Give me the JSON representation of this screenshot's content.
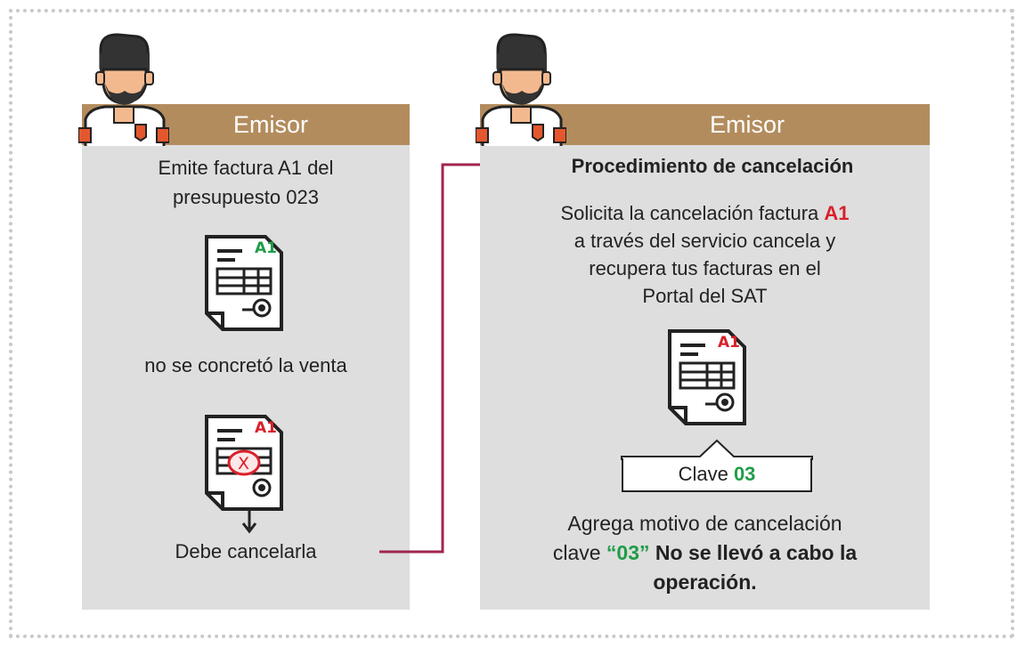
{
  "left_panel": {
    "header": "Emisor",
    "line1": "Emite factura A1 del",
    "line2": "presupuesto 023",
    "doc_code": "A1",
    "status_text": "no se concretó la venta",
    "cancel_mark": "X",
    "doc2_code": "A1",
    "action_text": "Debe cancelarla"
  },
  "right_panel": {
    "header": "Emisor",
    "title": "Procedimiento de cancelación",
    "desc_line1_pre": "Solicita la cancelación factura ",
    "desc_line1_code": "A1",
    "desc_line2": "a través del servicio cancela y",
    "desc_line3": "recupera tus facturas en el",
    "desc_line4": "Portal del SAT",
    "doc_code": "A1",
    "clave_label": "Clave ",
    "clave_value": "03",
    "reason_line1": "Agrega motivo de cancelación",
    "reason_line2_pre": "clave ",
    "reason_line2_code": "“03”",
    "reason_line2_bold": " No se llevó a cabo la",
    "reason_line3": "operación."
  },
  "colors": {
    "header_bg": "#b38c5e",
    "panel_bg": "#dedede",
    "accent_red": "#d9202a",
    "accent_green": "#1f9d48",
    "connector": "#a0254f"
  }
}
